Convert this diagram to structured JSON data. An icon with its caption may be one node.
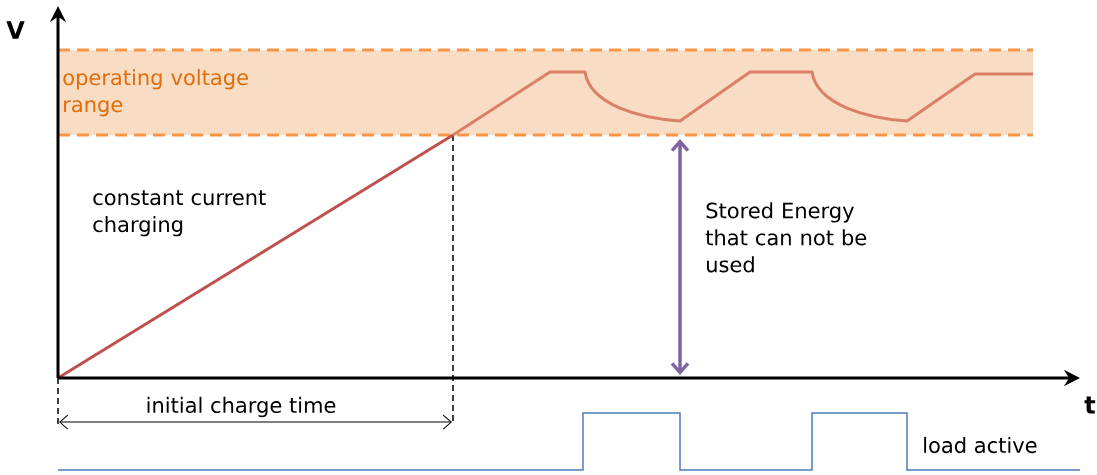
{
  "diagram": {
    "nodes": [
      {
        "text": [
          "operating voltage range"
        ]
      }
    ],
    "labels": [
      "V",
      "constant current charging",
      "Stored Energy that can not be used",
      "t",
      "initial charge time",
      "load active"
    ]
  }
}
